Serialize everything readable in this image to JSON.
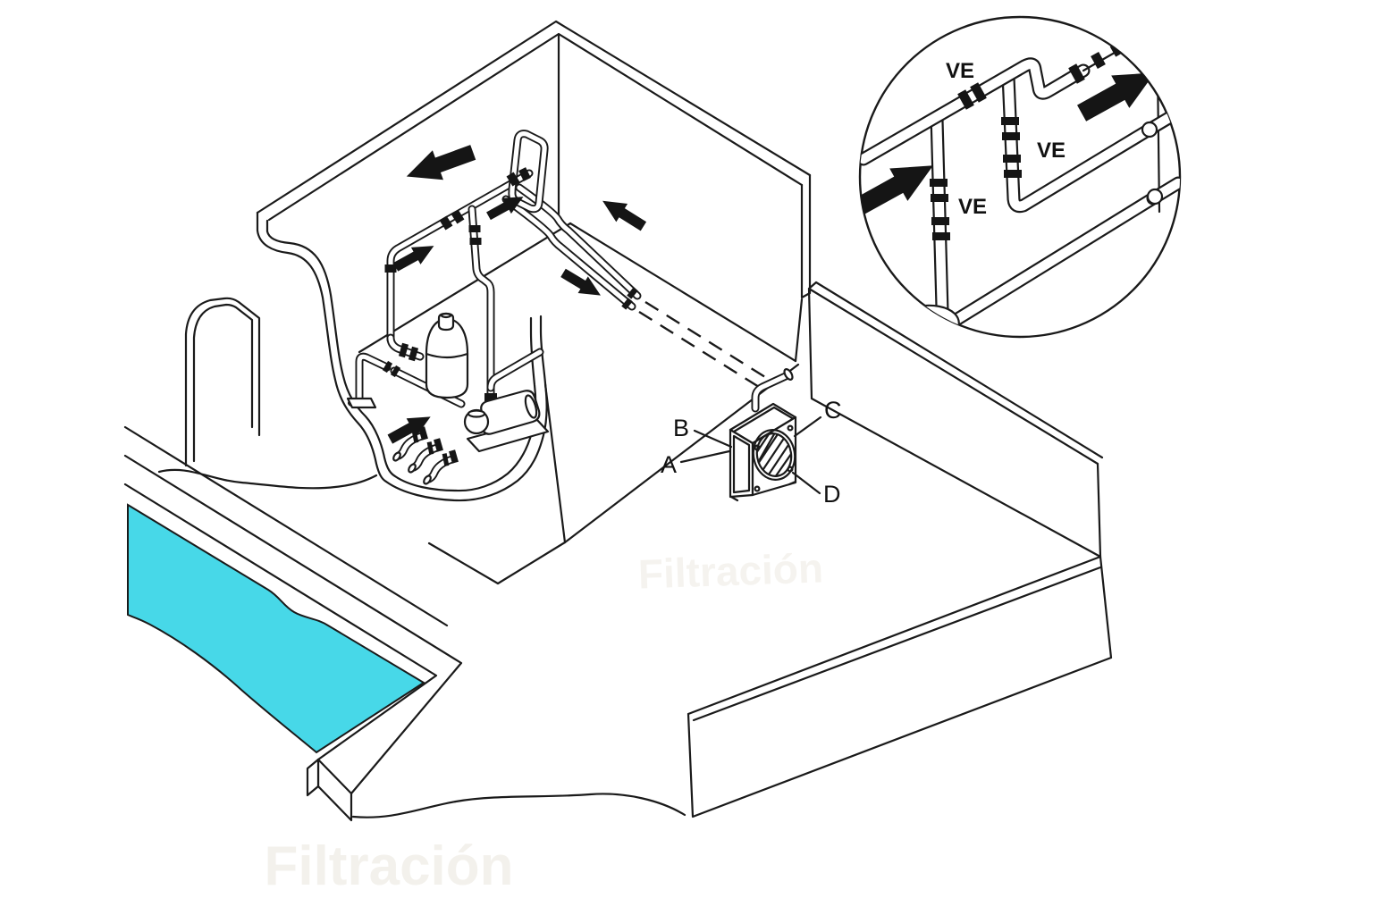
{
  "figure": {
    "type": "isometric-technical-illustration",
    "subject": "Swimming pool heat pump and filtration piping installation diagram"
  },
  "labels": {
    "a": "A",
    "b": "B",
    "c": "C",
    "d": "D"
  },
  "detail_circle": {
    "ve1": "VE",
    "ve2": "VE",
    "ve3": "VE"
  },
  "watermarks": {
    "bottom": "Filtración",
    "middle": "Filtración"
  },
  "colors": {
    "line": "#1a1a1a",
    "water": "#47d8e8",
    "arrow": "#151515",
    "watermark": "#f3f1ec",
    "background": "#ffffff"
  }
}
